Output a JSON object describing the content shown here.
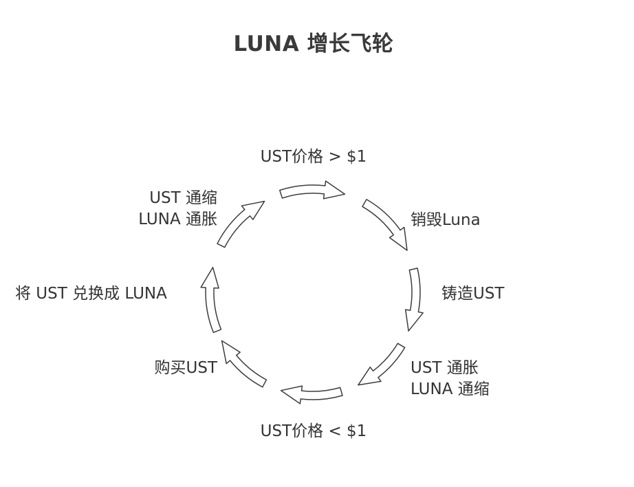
{
  "title": "LUNA 增长飞轮",
  "labels": {
    "top": "UST价格 > $1",
    "burn": "销毁Luna",
    "mint": "铸造UST",
    "inflation_line1": "UST 通胀",
    "inflation_line2": "LUNA 通缩",
    "bottom": "UST价格 < $1",
    "buy": "购买UST",
    "swap": "将 UST 兑换成 LUNA",
    "deflation_line1": "UST 通缩",
    "deflation_line2": "LUNA 通胀"
  },
  "colors": {
    "stroke": "#3c3c3c",
    "text": "#333333",
    "background": "#ffffff"
  }
}
